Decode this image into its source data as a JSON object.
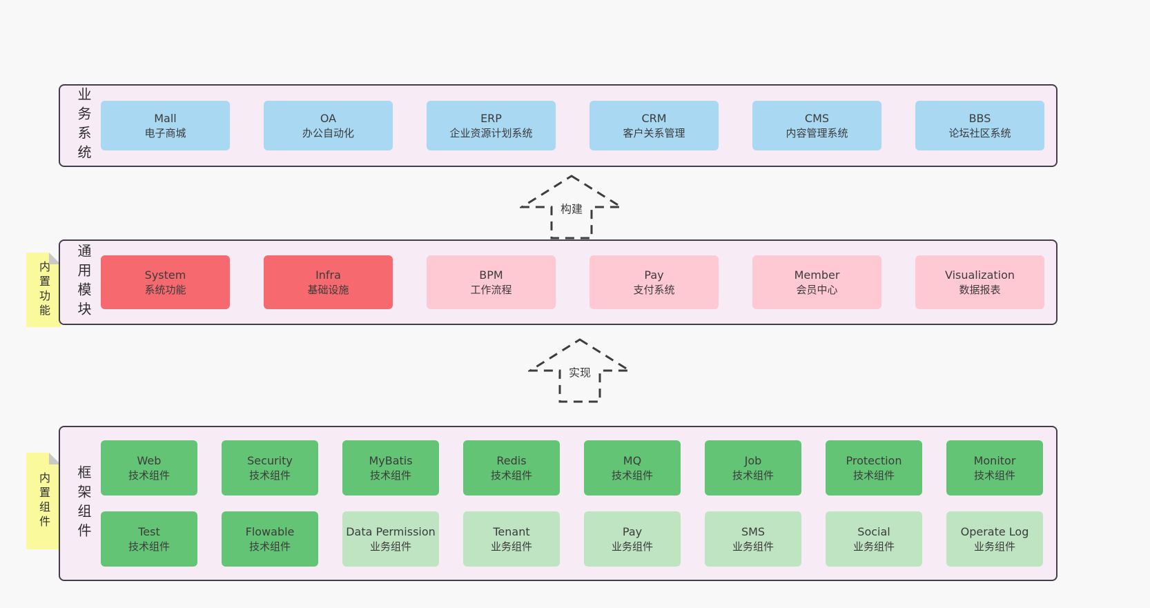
{
  "colors": {
    "page_background": "#f8f8f8",
    "band_fill": "#f7ecf6",
    "band_border": "#433c49",
    "box_blue": "#a8d8f2",
    "box_red": "#f5696f",
    "box_pink": "#fec9d3",
    "box_green_dark": "#64c476",
    "box_green_light": "#bfe4c2",
    "note_yellow": "#fafa9c",
    "note_fold_gray": "#c9c9c9",
    "text": "#3b3b3b"
  },
  "arrows": [
    {
      "label": "构建"
    },
    {
      "label": "实现"
    }
  ],
  "bands": [
    {
      "label": "业务系统",
      "boxes": [
        {
          "name": "Mall",
          "desc": "电子商城"
        },
        {
          "name": "OA",
          "desc": "办公自动化"
        },
        {
          "name": "ERP",
          "desc": "企业资源计划系统"
        },
        {
          "name": "CRM",
          "desc": "客户关系管理"
        },
        {
          "name": "CMS",
          "desc": "内容管理系统"
        },
        {
          "name": "BBS",
          "desc": "论坛社区系统"
        }
      ]
    },
    {
      "label": "通用模块",
      "note": "内置功能",
      "boxes": [
        {
          "name": "System",
          "desc": "系统功能"
        },
        {
          "name": "Infra",
          "desc": "基础设施"
        },
        {
          "name": "BPM",
          "desc": "工作流程"
        },
        {
          "name": "Pay",
          "desc": "支付系统"
        },
        {
          "name": "Member",
          "desc": "会员中心"
        },
        {
          "name": "Visualization",
          "desc": "数据报表"
        }
      ]
    },
    {
      "label": "框架组件",
      "note": "内置组件",
      "rows": [
        [
          {
            "name": "Web",
            "desc": "技术组件"
          },
          {
            "name": "Security",
            "desc": "技术组件"
          },
          {
            "name": "MyBatis",
            "desc": "技术组件"
          },
          {
            "name": "Redis",
            "desc": "技术组件"
          },
          {
            "name": "MQ",
            "desc": "技术组件"
          },
          {
            "name": "Job",
            "desc": "技术组件"
          },
          {
            "name": "Protection",
            "desc": "技术组件"
          },
          {
            "name": "Monitor",
            "desc": "技术组件"
          }
        ],
        [
          {
            "name": "Test",
            "desc": "技术组件"
          },
          {
            "name": "Flowable",
            "desc": "技术组件"
          },
          {
            "name": "Data Permission",
            "desc": "业务组件"
          },
          {
            "name": "Tenant",
            "desc": "业务组件"
          },
          {
            "name": "Pay",
            "desc": "业务组件"
          },
          {
            "name": "SMS",
            "desc": "业务组件"
          },
          {
            "name": "Social",
            "desc": "业务组件"
          },
          {
            "name": "Operate Log",
            "desc": "业务组件"
          }
        ]
      ]
    }
  ]
}
